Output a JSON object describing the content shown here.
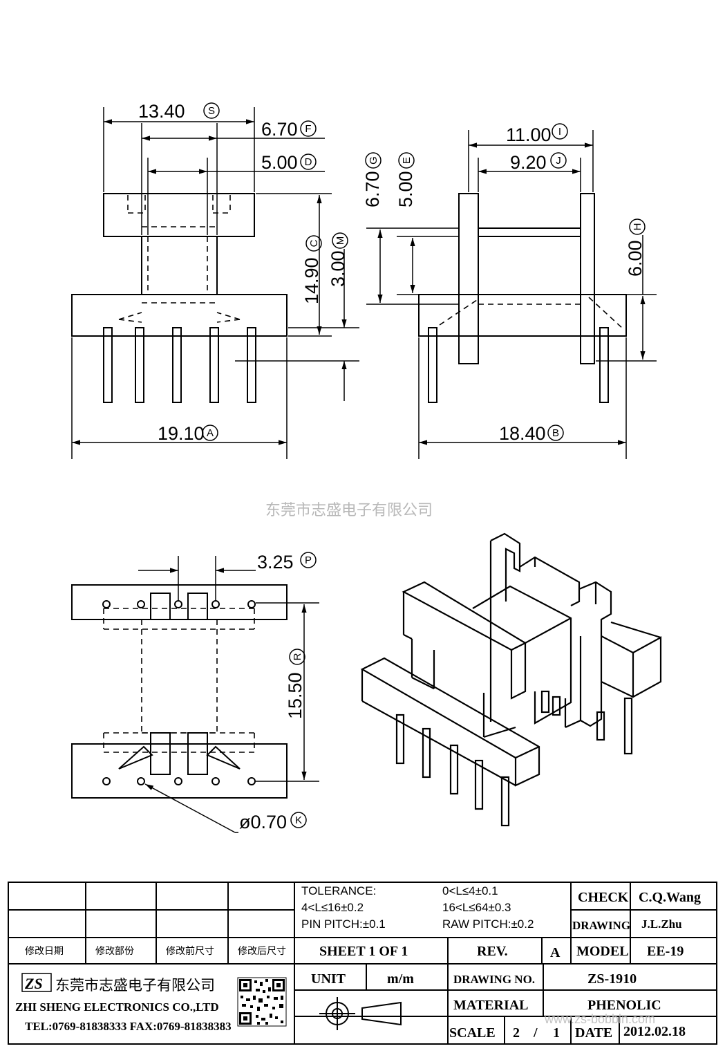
{
  "dimensions": {
    "S": {
      "value": "13.40",
      "label": "S"
    },
    "F": {
      "value": "6.70",
      "label": "F"
    },
    "D": {
      "value": "5.00",
      "label": "D"
    },
    "C": {
      "value": "14.90",
      "label": "C"
    },
    "M": {
      "value": "3.00",
      "label": "M"
    },
    "A": {
      "value": "19.10",
      "label": "A"
    },
    "I": {
      "value": "11.00",
      "label": "I"
    },
    "J": {
      "value": "9.20",
      "label": "J"
    },
    "G": {
      "value": "6.70",
      "label": "G"
    },
    "E": {
      "value": "5.00",
      "label": "E"
    },
    "H": {
      "value": "6.00",
      "label": "H"
    },
    "B": {
      "value": "18.40",
      "label": "B"
    },
    "P": {
      "value": "3.25",
      "label": "P"
    },
    "R": {
      "value": "15.50",
      "label": "R"
    },
    "K": {
      "value": "ø0.70",
      "label": "K"
    }
  },
  "watermark": {
    "company_cn": "东莞市志盛电子有限公司",
    "url": "www.zs-bobbin.com"
  },
  "title_block": {
    "revision_headers": [
      "修改日期",
      "修改部份",
      "修改前尺寸",
      "修改后尺寸"
    ],
    "tolerance": {
      "label": "TOLERANCE:",
      "line1": "0<L≤4±0.1",
      "line2": "4<L≤16±0.2",
      "line3": "16<L≤64±0.3",
      "line4": "PIN PITCH:±0.1",
      "line5": "RAW PITCH:±0.2"
    },
    "check_label": "CHECK",
    "check_value": "C.Q.Wang",
    "drawing_label": "DRAWING",
    "drawing_value": "J.L.Zhu",
    "sheet": "SHEET 1 OF 1",
    "rev_label": "REV.",
    "rev_value": "A",
    "model_label": "MODEL",
    "model_value": "EE-19",
    "unit_label": "UNIT",
    "unit_value": "m/m",
    "drawing_no_label": "DRAWING NO.",
    "drawing_no_value": "ZS-1910",
    "material_label": "MATERIAL",
    "material_value": "PHENOLIC",
    "scale_label": "SCALE",
    "scale_num": "2",
    "scale_sep": "/",
    "scale_den": "1",
    "date_label": "DATE",
    "date_value": "2012.02.18",
    "company_logo": "ZS",
    "company_cn": "东莞市志盛电子有限公司",
    "company_en": "ZHI SHENG ELECTRONICS CO.,LTD",
    "contact": "TEL:0769-81838333 FAX:0769-81838383"
  },
  "icons": [
    "qr-code-icon",
    "projection-symbol-icon",
    "company-logo-icon"
  ]
}
